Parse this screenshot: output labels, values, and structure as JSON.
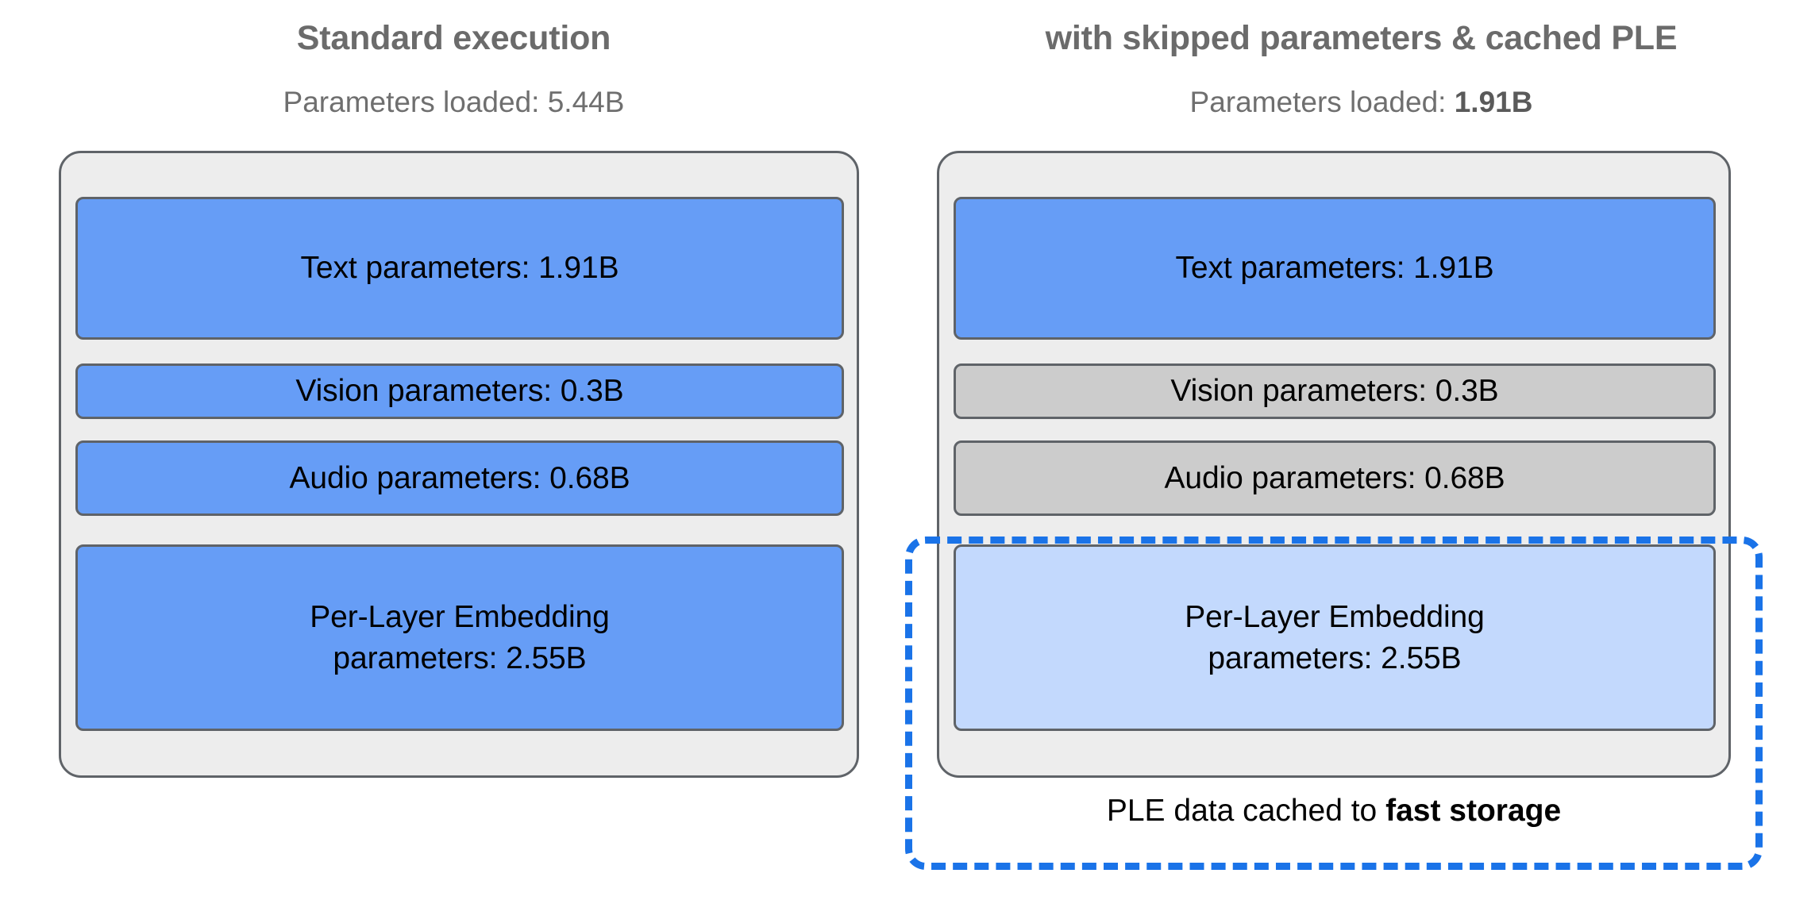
{
  "columns": [
    {
      "id": "standard",
      "title": "Standard execution",
      "subtitle_prefix": "Parameters loaded: ",
      "subtitle_value": "5.44B",
      "subtitle_value_bold": false,
      "blocks": [
        {
          "name": "text-parameters",
          "label": "Text parameters: 1.91B",
          "state": "loaded",
          "color": "#669df6"
        },
        {
          "name": "vision-parameters",
          "label": "Vision parameters: 0.3B",
          "state": "loaded",
          "color": "#669df6"
        },
        {
          "name": "audio-parameters",
          "label": "Audio parameters: 0.68B",
          "state": "loaded",
          "color": "#669df6"
        },
        {
          "name": "ple-parameters",
          "label": "Per-Layer Embedding\nparameters: 2.55B",
          "state": "loaded",
          "color": "#669df6"
        }
      ]
    },
    {
      "id": "optimized",
      "title": "with skipped parameters & cached PLE",
      "subtitle_prefix": "Parameters loaded: ",
      "subtitle_value": "1.91B",
      "subtitle_value_bold": true,
      "blocks": [
        {
          "name": "text-parameters",
          "label": "Text parameters: 1.91B",
          "state": "loaded",
          "color": "#669df6"
        },
        {
          "name": "vision-parameters",
          "label": "Vision parameters: 0.3B",
          "state": "skipped",
          "color": "#cccccc"
        },
        {
          "name": "audio-parameters",
          "label": "Audio parameters: 0.68B",
          "state": "skipped",
          "color": "#cccccc"
        },
        {
          "name": "ple-parameters",
          "label": "Per-Layer Embedding\nparameters: 2.55B",
          "state": "cached",
          "color": "#c3d9fd"
        }
      ]
    }
  ],
  "cache_callout": {
    "caption_prefix": "PLE data cached to ",
    "caption_emphasis": "fast storage",
    "border_color": "#1a73e8",
    "border_style": "dashed"
  },
  "palette": {
    "panel_background": "#ededed",
    "panel_border": "#5f6368",
    "loaded_blue": "#669df6",
    "skipped_gray": "#cccccc",
    "cached_light_blue": "#c3d9fd",
    "accent_blue": "#1a73e8",
    "title_gray": "#6b6b6b",
    "page_background": "#ffffff"
  }
}
